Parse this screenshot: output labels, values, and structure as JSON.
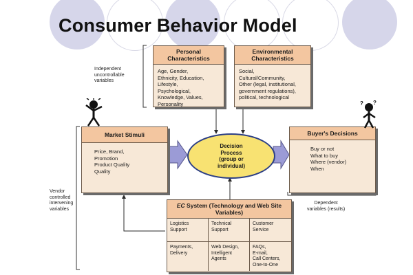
{
  "title": "Consumer Behavior Model",
  "colors": {
    "decor_circle": "#d6d6ea",
    "box_fill": "#f7e8d7",
    "box_header": "#f3c6a0",
    "ellipse_fill": "#f8e272",
    "arrow": "#9b9bd6"
  },
  "personal": {
    "title": "Personal Characteristics",
    "items": [
      "Age, Gender,",
      "Ethnicity, Education,",
      "Lifestyle,",
      "Psychological,",
      "Knowledge, Values,",
      "Personality"
    ]
  },
  "environmental": {
    "title": "Environmental Characteristics",
    "items": [
      "Social,",
      "Cultural/Community,",
      "Other (legal, institutional,",
      "government regulations),",
      "political, technological"
    ]
  },
  "market": {
    "title": "Market Stimuli",
    "items": [
      "Price, Brand,",
      "Promotion",
      "Product Quality",
      "Quality"
    ]
  },
  "decision": {
    "lines": [
      "Decision",
      "Process",
      "(group or",
      "individual)"
    ]
  },
  "buyer": {
    "title": "Buyer's Decisions",
    "items": [
      "Buy or not",
      "What to buy",
      "Where (vendor)",
      "When"
    ]
  },
  "ec": {
    "title_prefix": "EC",
    "title_rest": " System (Technology and Web Site Variables)",
    "cells": [
      [
        "Logistics",
        "Support"
      ],
      [
        "Technical",
        "Support"
      ],
      [
        "Customer",
        "Service"
      ],
      [
        "Payments,",
        "Delivery"
      ],
      [
        "Web Design,",
        "Intelligent",
        "Agents"
      ],
      [
        "FAQs,",
        "E-mail,",
        "Call Centers,",
        "One-to-One"
      ]
    ]
  },
  "notes": {
    "independent": [
      "Independent",
      "uncontrollable",
      "variables"
    ],
    "vendor": [
      "Vendor",
      "controlled",
      "intervening",
      "variables"
    ],
    "dependent": [
      "Dependent",
      "variables (results)"
    ]
  }
}
